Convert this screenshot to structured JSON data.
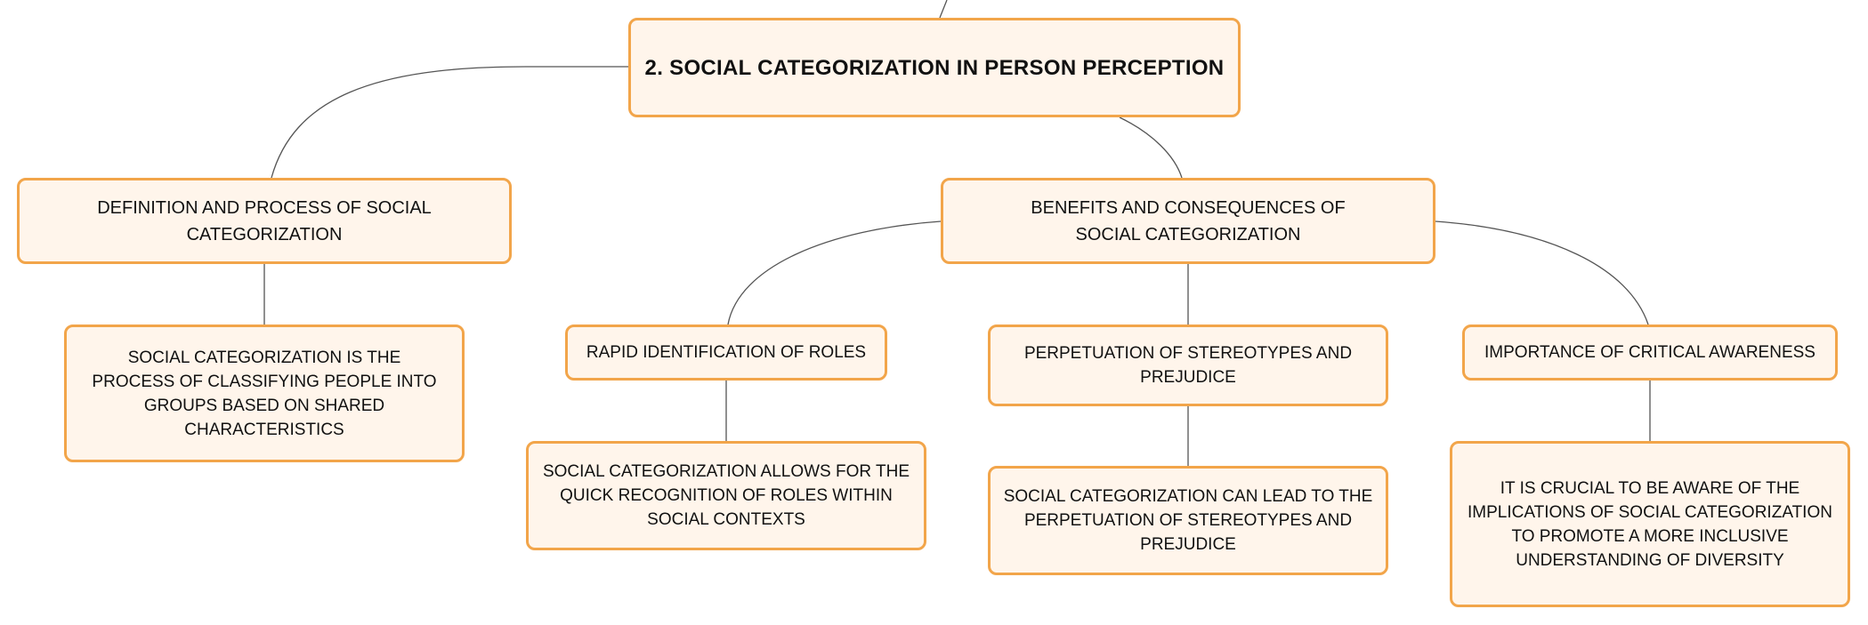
{
  "mindmap": {
    "root": "2. SOCIAL CATEGORIZATION IN PERSON PERCEPTION",
    "definition_topic": "DEFINITION AND PROCESS OF SOCIAL CATEGORIZATION",
    "definition_detail": "SOCIAL CATEGORIZATION IS THE PROCESS OF CLASSIFYING PEOPLE INTO GROUPS BASED ON SHARED CHARACTERISTICS",
    "benefits_topic": "BENEFITS AND CONSEQUENCES OF SOCIAL CATEGORIZATION",
    "roles_topic": "RAPID IDENTIFICATION OF ROLES",
    "roles_detail": "SOCIAL CATEGORIZATION ALLOWS FOR THE QUICK RECOGNITION OF ROLES WITHIN SOCIAL CONTEXTS",
    "stereotypes_topic": "PERPETUATION OF STEREOTYPES AND PREJUDICE",
    "stereotypes_detail": "SOCIAL CATEGORIZATION CAN LEAD TO THE PERPETUATION OF STEREOTYPES AND PREJUDICE",
    "awareness_topic": "IMPORTANCE OF CRITICAL AWARENESS",
    "awareness_detail": "IT IS CRUCIAL TO BE AWARE OF THE IMPLICATIONS OF SOCIAL CATEGORIZATION TO PROMOTE A MORE INCLUSIVE UNDERSTANDING OF DIVERSITY"
  },
  "colors": {
    "node_fill": "#fff5eb",
    "node_border": "#f2a54a",
    "connector": "#555555"
  }
}
